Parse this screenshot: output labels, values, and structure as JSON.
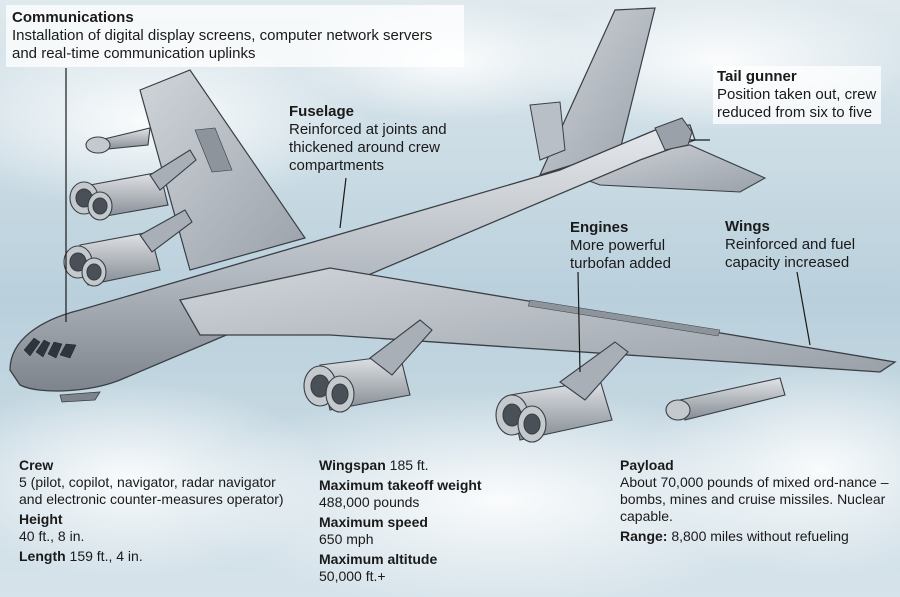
{
  "callouts": {
    "communications": {
      "title": "Communications",
      "body": "Installation of digital display screens, computer network servers and real-time communication uplinks"
    },
    "fuselage": {
      "title": "Fuselage",
      "body": "Reinforced at joints and thickened around crew compartments"
    },
    "tail_gunner": {
      "title": "Tail gunner",
      "body": "Position taken out, crew reduced from six to five"
    },
    "engines": {
      "title": "Engines",
      "body": "More powerful turbofan added"
    },
    "wings": {
      "title": "Wings",
      "body": "Reinforced and fuel capacity increased"
    }
  },
  "specs": {
    "crew": {
      "label": "Crew",
      "value": "5 (pilot, copilot, navigator, radar navigator and electronic counter-measures operator)"
    },
    "height": {
      "label": "Height",
      "value": "40 ft., 8 in."
    },
    "length": {
      "label": "Length",
      "value": "159 ft., 4 in."
    },
    "wingspan": {
      "label": "Wingspan",
      "value": "185 ft."
    },
    "max_takeoff": {
      "label": "Maximum takeoff weight",
      "value": "488,000 pounds"
    },
    "max_speed": {
      "label": "Maximum speed",
      "value": "650 mph"
    },
    "max_altitude": {
      "label": "Maximum altitude",
      "value": "50,000 ft.+"
    },
    "payload": {
      "label": "Payload",
      "value": "About 70,000 pounds of mixed ord-nance – bombs, mines and cruise missiles. Nuclear capable."
    },
    "range": {
      "label": "Range:",
      "value": "8,800 miles without refueling"
    }
  },
  "colors": {
    "sky_light": "#eef3f6",
    "sky_blue": "#9fbfcf",
    "plane_light": "#d9dde2",
    "plane_mid": "#a9afb7",
    "plane_dark": "#6f767f",
    "outline": "#3a3f45"
  }
}
